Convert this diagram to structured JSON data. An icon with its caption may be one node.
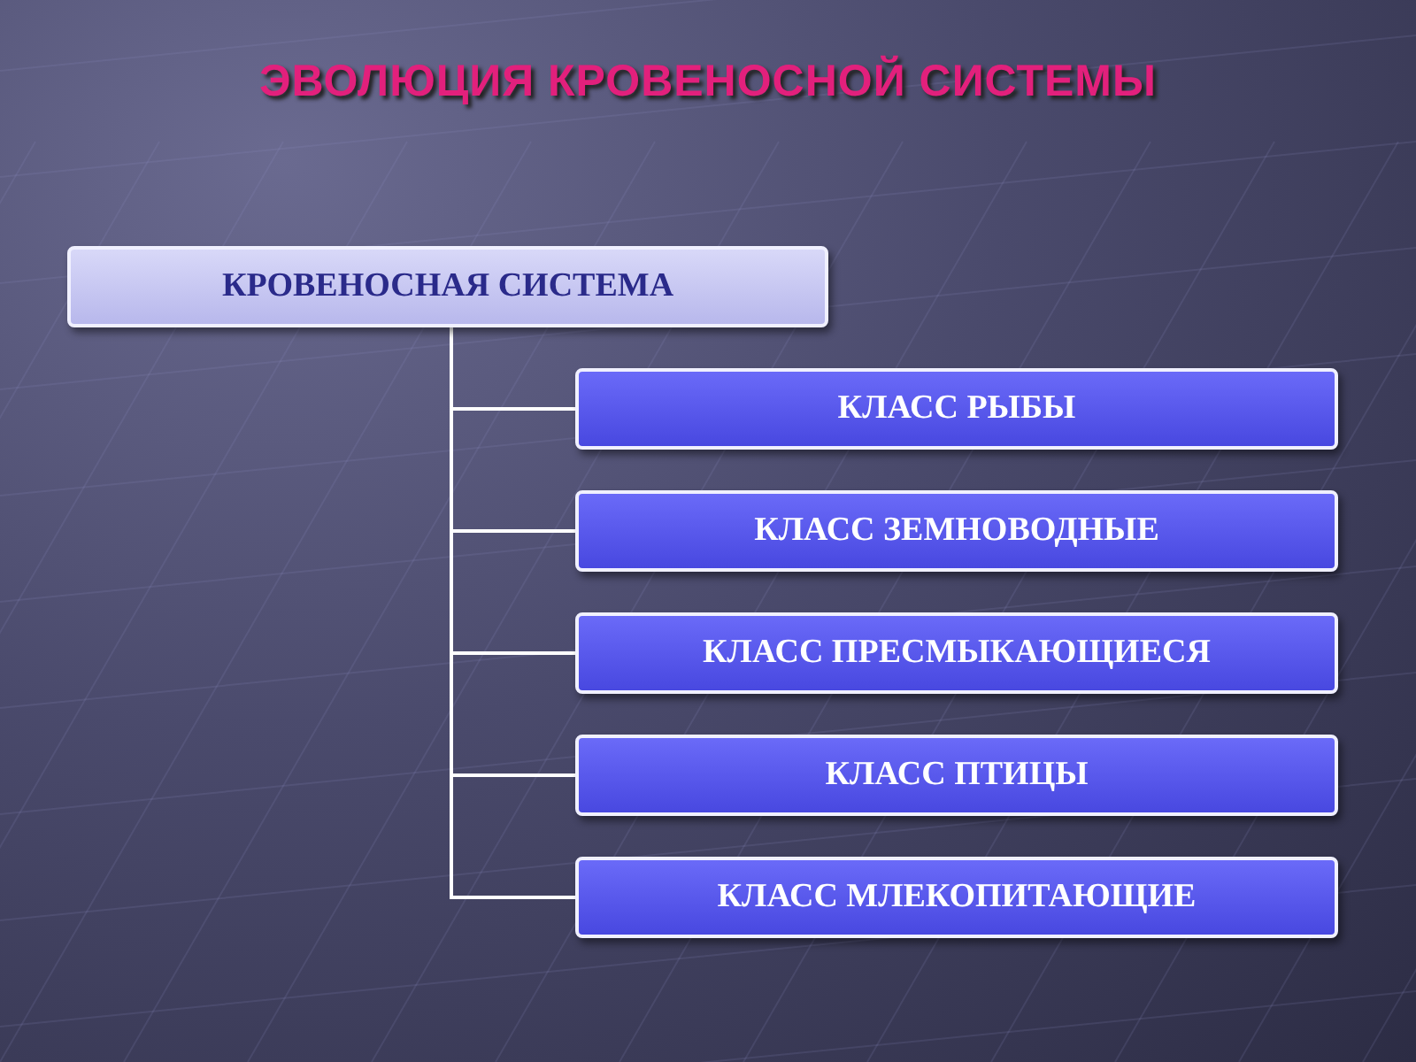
{
  "diagram": {
    "title": "ЭВОЛЮЦИЯ КРОВЕНОСНОЙ СИСТЕМЫ",
    "nodes": [
      {
        "text": [
          "КРОВЕНОСНАЯ СИСТЕМА"
        ]
      },
      {
        "text": [
          "КЛАСС РЫБЫ"
        ]
      },
      {
        "text": [
          "КЛАСС ЗЕМНОВОДНЫЕ"
        ]
      },
      {
        "text": [
          "КЛАСС ПРЕСМЫКАЮЩИЕСЯ"
        ]
      },
      {
        "text": [
          "КЛАСС ПТИЦЫ"
        ]
      },
      {
        "text": [
          "КЛАСС МЛЕКОПИТАЮЩИЕ"
        ]
      }
    ],
    "edges": [
      {
        "from": 0,
        "to": 1,
        "arrow": "none"
      },
      {
        "from": 0,
        "to": 2,
        "arrow": "none"
      },
      {
        "from": 0,
        "to": 3,
        "arrow": "none"
      },
      {
        "from": 0,
        "to": 4,
        "arrow": "none"
      },
      {
        "from": 0,
        "to": 5,
        "arrow": "none"
      }
    ]
  }
}
